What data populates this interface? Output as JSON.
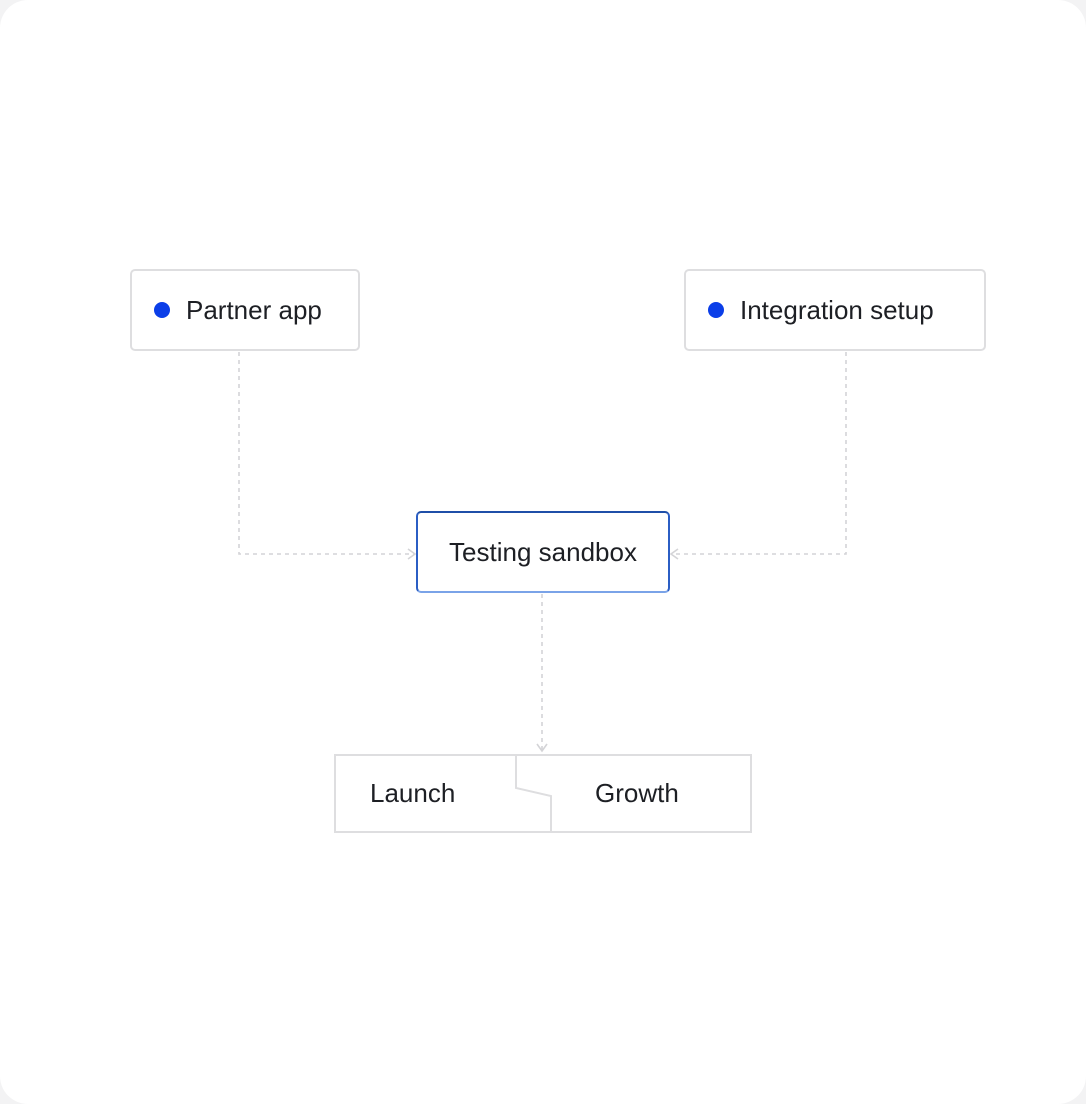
{
  "diagram": {
    "nodes": {
      "partner_app": {
        "label": "Partner app"
      },
      "integration_setup": {
        "label": "Integration setup"
      },
      "testing_sandbox": {
        "label": "Testing sandbox"
      }
    },
    "split_node": {
      "left_label": "Launch",
      "right_label": "Growth"
    },
    "edges": [
      {
        "from": "Partner app",
        "to": "Testing sandbox"
      },
      {
        "from": "Integration setup",
        "to": "Testing sandbox"
      },
      {
        "from": "Testing sandbox",
        "to": "Launch / Growth"
      }
    ]
  },
  "colors": {
    "accent_dot": "#0b3ee8",
    "sandbox_border": "#2b5ec4",
    "node_border": "#dedee0",
    "connector": "#d4d4d7",
    "text": "#1d1f24",
    "background": "#ffffff"
  }
}
